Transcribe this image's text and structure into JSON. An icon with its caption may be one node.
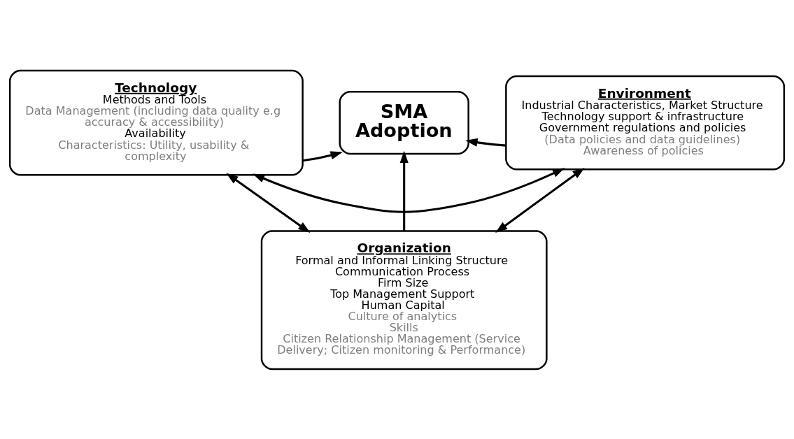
{
  "diagram": {
    "nodes": [
      {
        "text": [
          "Technology",
          "Methods and Tools",
          "Data Management (including data quality e.g accuracy & accessibility)",
          "Availability",
          "Characteristics: Utility, usability & complexity"
        ]
      },
      {
        "text": [
          "SMA Adoption"
        ]
      },
      {
        "text": [
          "Environment",
          "Industrial Characteristics, Market Structure",
          "Technology support & infrastructure",
          "Government regulations and policies",
          "(Data policies and data guidelines)",
          "Awareness of policies"
        ]
      },
      {
        "text": [
          "Organization",
          "Formal and Informal Linking Structure",
          "Communication Process",
          "Firm Size",
          "Top Management Support",
          "Human Capital",
          "Culture of analytics",
          "Skills",
          "Citizen Relationship Management (Service Delivery; Citizen monitoring & Performance)"
        ]
      }
    ],
    "edges": [
      {
        "from": 0,
        "to": 2,
        "arrow": "both"
      },
      {
        "from": 0,
        "to": 1,
        "arrow": "to"
      },
      {
        "from": 2,
        "to": 1,
        "arrow": "to"
      },
      {
        "from": 3,
        "to": 1,
        "arrow": "to"
      },
      {
        "from": 0,
        "to": 3,
        "arrow": "both"
      },
      {
        "from": 2,
        "to": 3,
        "arrow": "both"
      }
    ]
  }
}
